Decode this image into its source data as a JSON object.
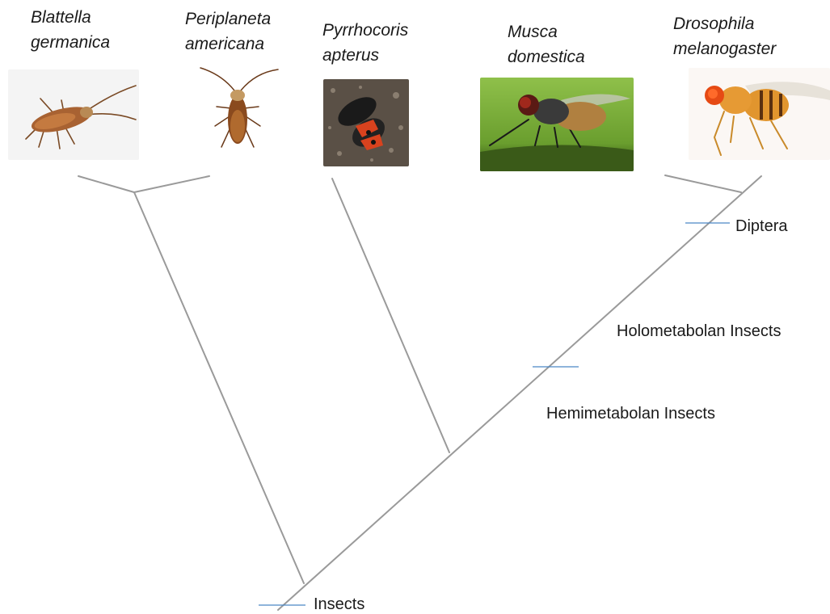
{
  "species": [
    {
      "id": "blattella",
      "genus": "Blattella",
      "epithet": "germanica",
      "icon": "cockroach-photo"
    },
    {
      "id": "periplaneta",
      "genus": "Periplaneta",
      "epithet": "americana",
      "icon": "cockroach-photo"
    },
    {
      "id": "pyrrhocoris",
      "genus": "Pyrrhocoris",
      "epithet": "apterus",
      "icon": "firebug-photo"
    },
    {
      "id": "musca",
      "genus": "Musca",
      "epithet": "domestica",
      "icon": "housefly-photo"
    },
    {
      "id": "drosophila",
      "genus": "Drosophila",
      "epithet": "melanogaster",
      "icon": "fruitfly-photo"
    }
  ],
  "clades": {
    "diptera": "Diptera",
    "holometabolan": "Holometabolan Insects",
    "hemimetabolan": "Hemimetabolan Insects",
    "insects": "Insects"
  },
  "colors": {
    "branch": "#9a9a9a",
    "marker": "#4a86c5",
    "text": "#1a1a1a"
  }
}
